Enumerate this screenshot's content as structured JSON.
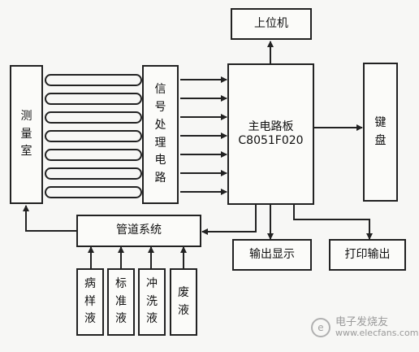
{
  "blocks": {
    "measurement_chamber": "测量室",
    "signal_processing": "信号处理电路",
    "main_board": {
      "line1": "主电路板",
      "line2": "C8051F020"
    },
    "host_computer": "上位机",
    "keyboard": "键盘",
    "pipeline_system": "管道系统",
    "output_display": "输出显示",
    "print_output": "打印输出",
    "sample_liquid": "病样液",
    "standard_liquid": "标准液",
    "rinse_liquid": "冲洗液",
    "waste_liquid": "废液"
  },
  "watermark": {
    "logo_glyph": "e",
    "text": "电子发烧友",
    "url": "www.elecfans.com"
  },
  "colors": {
    "line": "#222222",
    "box_fill": "#fbfbf9",
    "background": "#f7f7f5"
  }
}
